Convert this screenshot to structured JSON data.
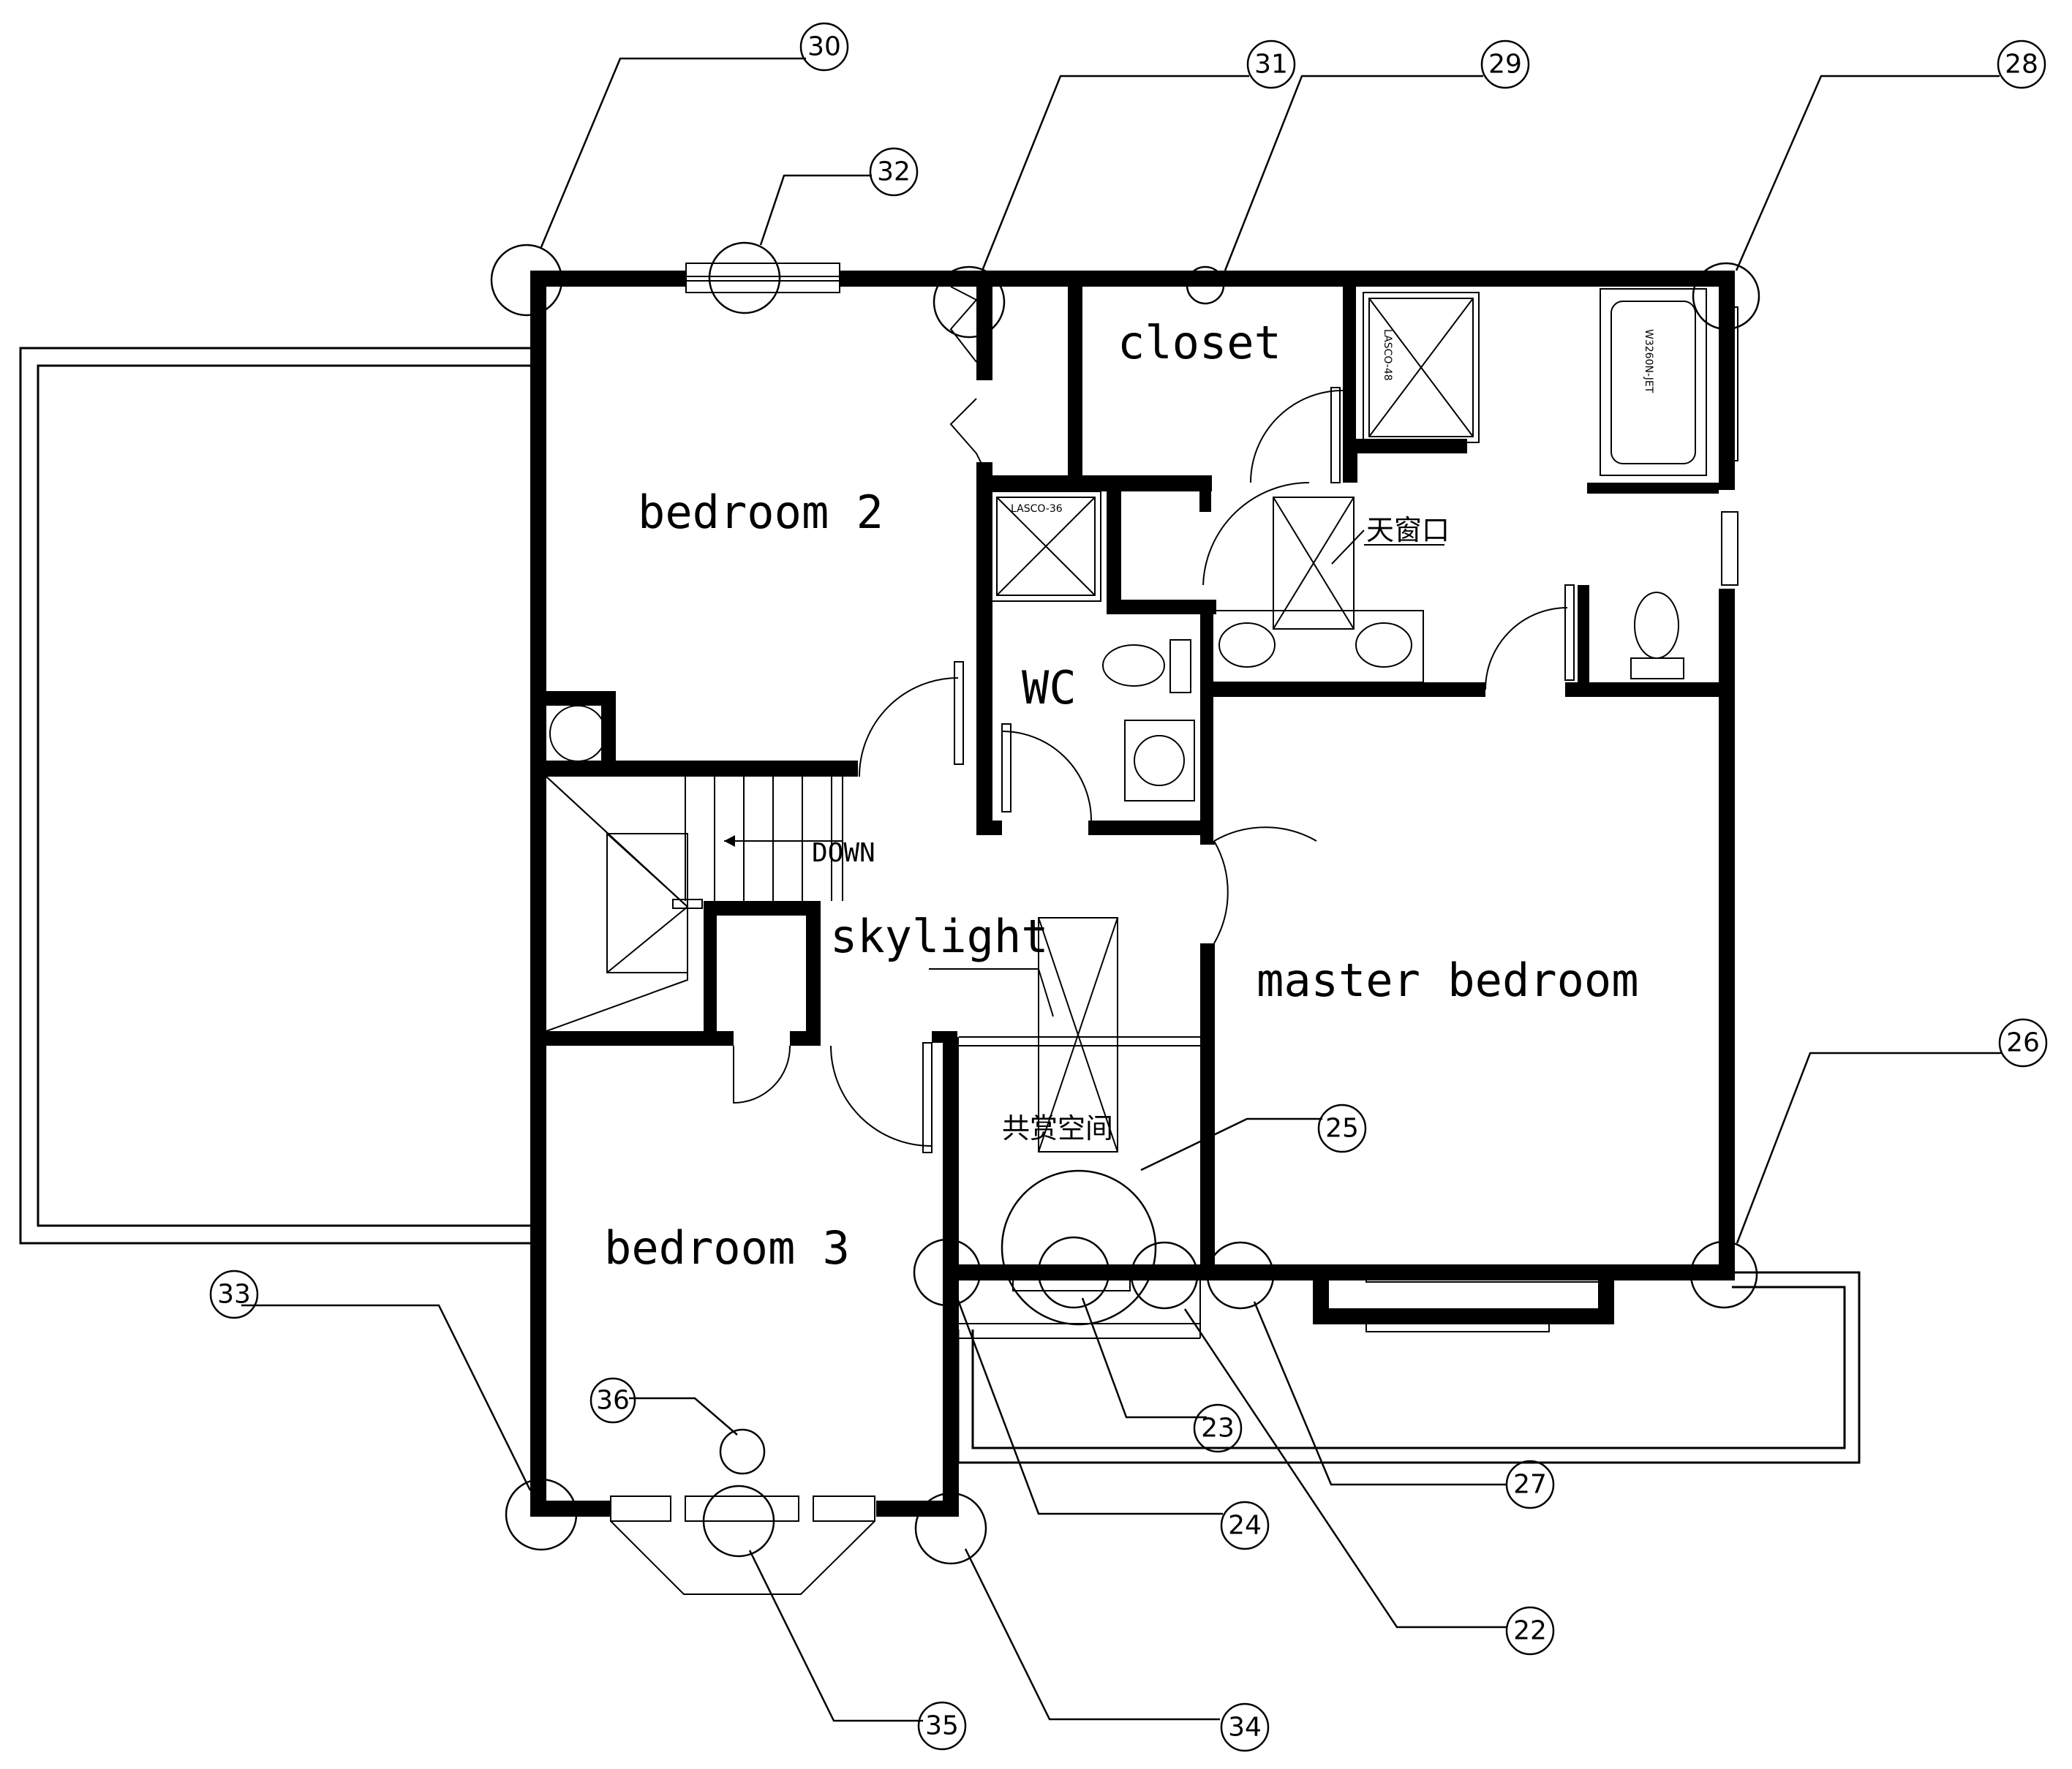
{
  "rooms": {
    "bedroom2": "bedroom 2",
    "bedroom3": "bedroom 3",
    "master": "master bedroom",
    "closet": "closet",
    "wc": "WC",
    "skylight": "skylight",
    "stairs_down": "DOWN",
    "skylight_cn": "天窗口",
    "shared_space_cn": "共赏空间"
  },
  "fixtures": {
    "shower_wc": "LASCO-36",
    "shower_master": "LASCO-48",
    "bathtub": "W3260N-JET"
  },
  "callouts": [
    {
      "id": "c22",
      "label": "22"
    },
    {
      "id": "c23",
      "label": "23"
    },
    {
      "id": "c24",
      "label": "24"
    },
    {
      "id": "c25",
      "label": "25"
    },
    {
      "id": "c26",
      "label": "26"
    },
    {
      "id": "c27",
      "label": "27"
    },
    {
      "id": "c28",
      "label": "28"
    },
    {
      "id": "c29",
      "label": "29"
    },
    {
      "id": "c30",
      "label": "30"
    },
    {
      "id": "c31",
      "label": "31"
    },
    {
      "id": "c32",
      "label": "32"
    },
    {
      "id": "c33",
      "label": "33"
    },
    {
      "id": "c34",
      "label": "34"
    },
    {
      "id": "c35",
      "label": "35"
    },
    {
      "id": "c36",
      "label": "36"
    }
  ]
}
